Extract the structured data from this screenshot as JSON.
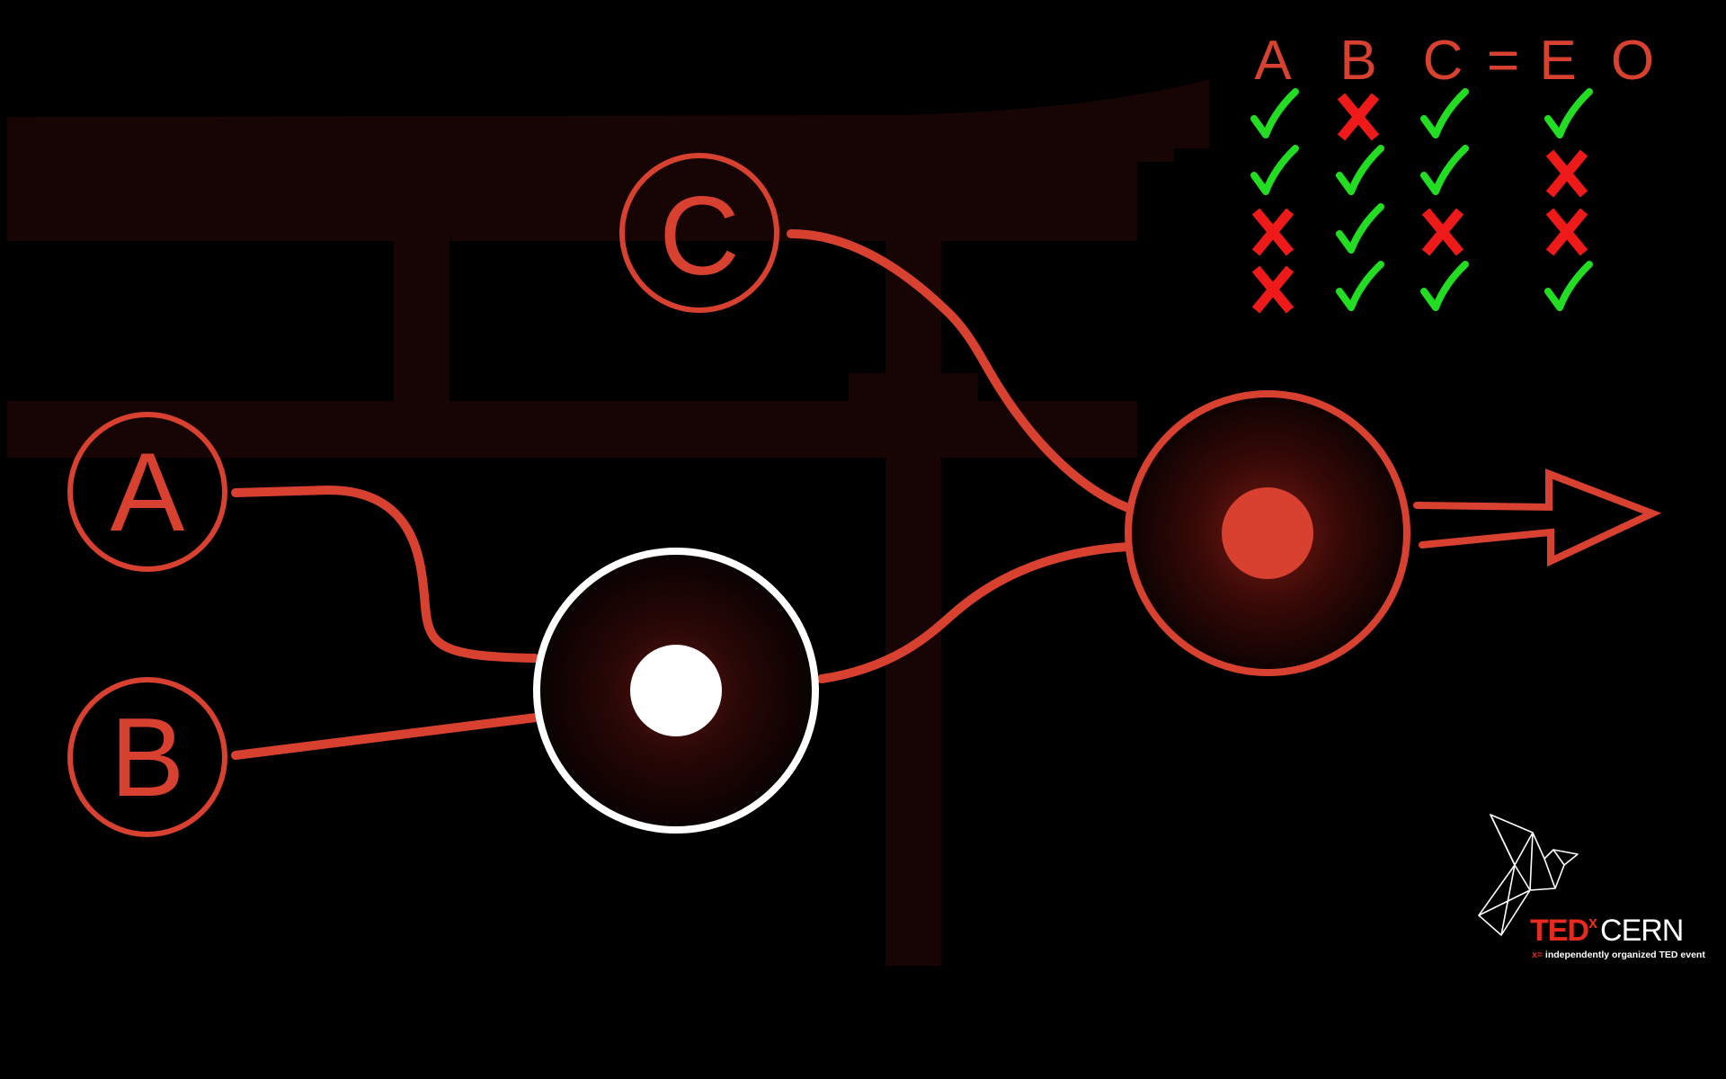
{
  "inputs": {
    "a_label": "A",
    "b_label": "B",
    "c_label": "C"
  },
  "truth_table": {
    "headers": [
      "A",
      "B",
      "C",
      "=",
      "E",
      "O"
    ],
    "rows": [
      [
        "check",
        "cross",
        "check",
        "check"
      ],
      [
        "check",
        "check",
        "check",
        "cross"
      ],
      [
        "cross",
        "check",
        "cross",
        "cross"
      ],
      [
        "cross",
        "check",
        "check",
        "check"
      ]
    ]
  },
  "branding": {
    "ted": "TED",
    "x": "x",
    "cern": "CERN",
    "tagline_x": "x",
    "tagline_eq": "=",
    "tagline": "independently organized TED event"
  },
  "colors": {
    "accent": "#d8412f",
    "check": "#22dd22",
    "cross": "#ee1a1a",
    "torii": "#170404",
    "ted_red": "#e62b1e"
  }
}
